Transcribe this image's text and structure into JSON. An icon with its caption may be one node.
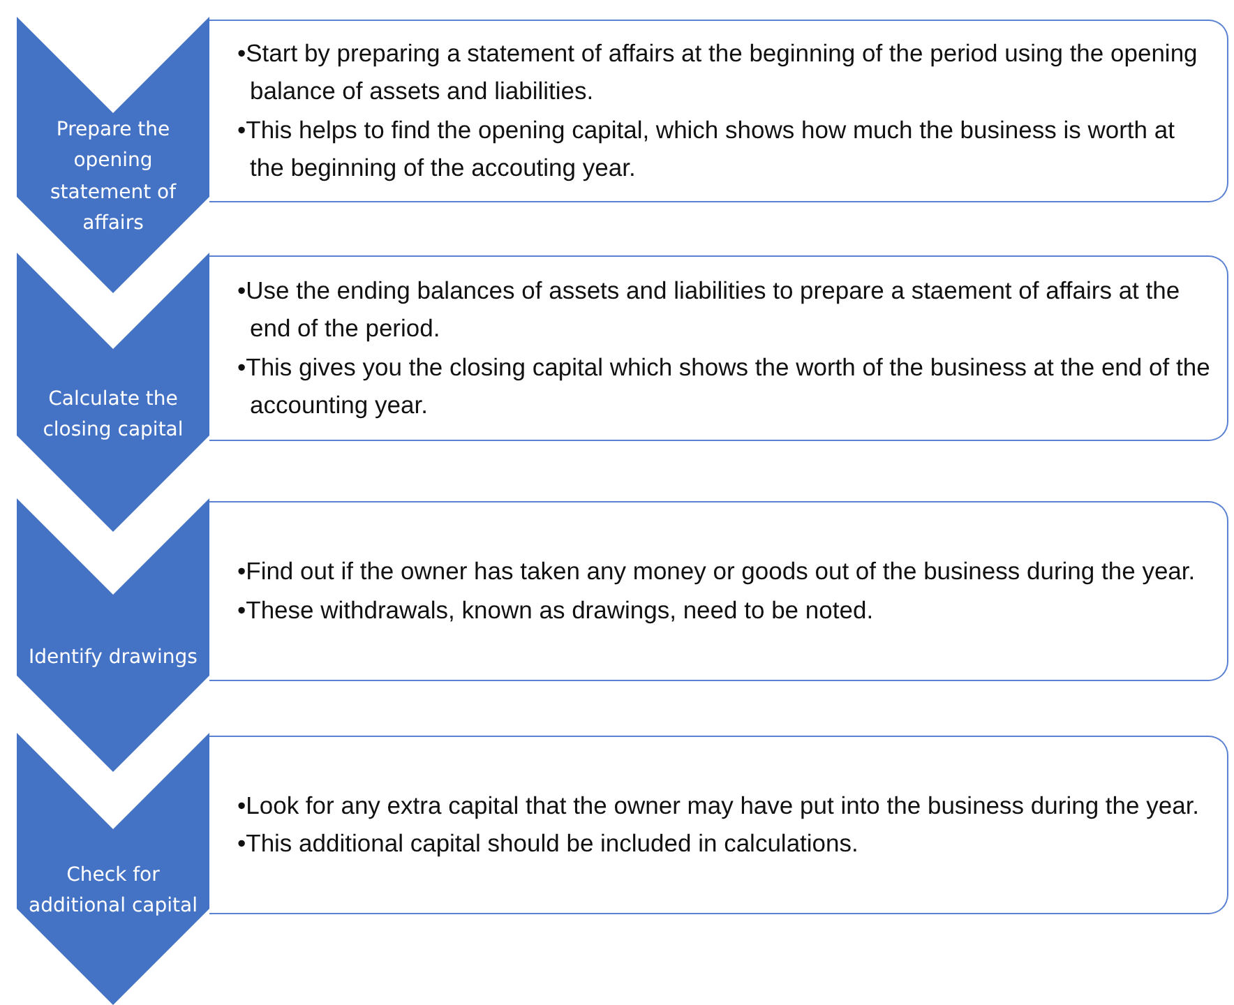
{
  "diagram": {
    "nodes": [
      {
        "text": [
          "Prepare the opening statement of affairs"
        ]
      },
      {
        "text": [
          "•Start by preparing a statement of affairs at the beginning of the period using the opening balance of assets and liabilities.",
          "•This helps to find the opening capital, which shows how much the business is worth at the beginning of the accouting year."
        ]
      },
      {
        "text": [
          "Calculate the closing capital"
        ]
      },
      {
        "text": [
          "•Use the ending balances of assets and liabilities to prepare a staement of affairs at the end of the period.",
          "•This gives you the closing capital which shows the worth of the business at the end of the accounting year."
        ]
      },
      {
        "text": [
          "Identify drawings"
        ]
      },
      {
        "text": [
          "•Find out if the owner has taken any money or goods out of the business during the year.",
          "•These withdrawals, known as drawings, need to be noted."
        ]
      },
      {
        "text": [
          "Check for additional capital"
        ]
      },
      {
        "text": [
          "•Look for any extra capital that the owner may have put into the business during the year.",
          "•This additional capital should be included in calculations."
        ]
      }
    ]
  }
}
